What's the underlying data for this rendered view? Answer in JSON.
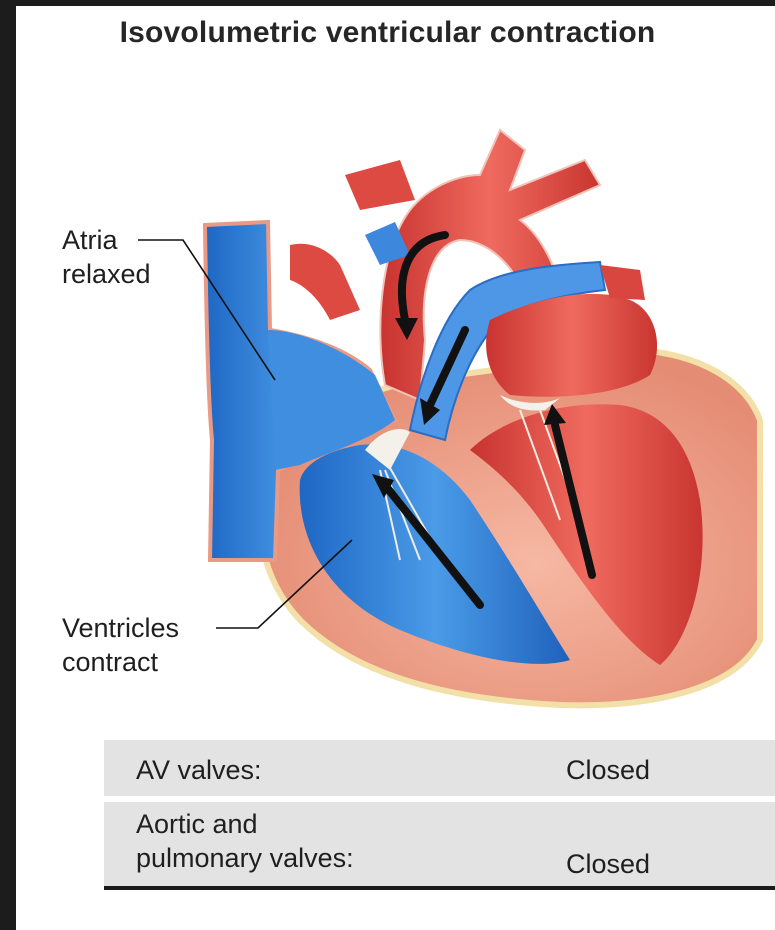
{
  "title": "Isovolumetric ventricular contraction",
  "labels": {
    "atria_line1": "Atria",
    "atria_line2": "relaxed",
    "ventricles_line1": "Ventricles",
    "ventricles_line2": "contract"
  },
  "valves_table": {
    "rows": [
      {
        "label_line1": "AV valves:",
        "label_line2": "",
        "state": "Closed"
      },
      {
        "label_line1": "Aortic and",
        "label_line2": "pulmonary valves:",
        "state": "Closed"
      }
    ]
  },
  "colors": {
    "oxygenated": "#d9453f",
    "deoxygenated": "#2f7fd6",
    "myocardium": "#f2a48e",
    "table_bg": "#e3e3e3"
  }
}
